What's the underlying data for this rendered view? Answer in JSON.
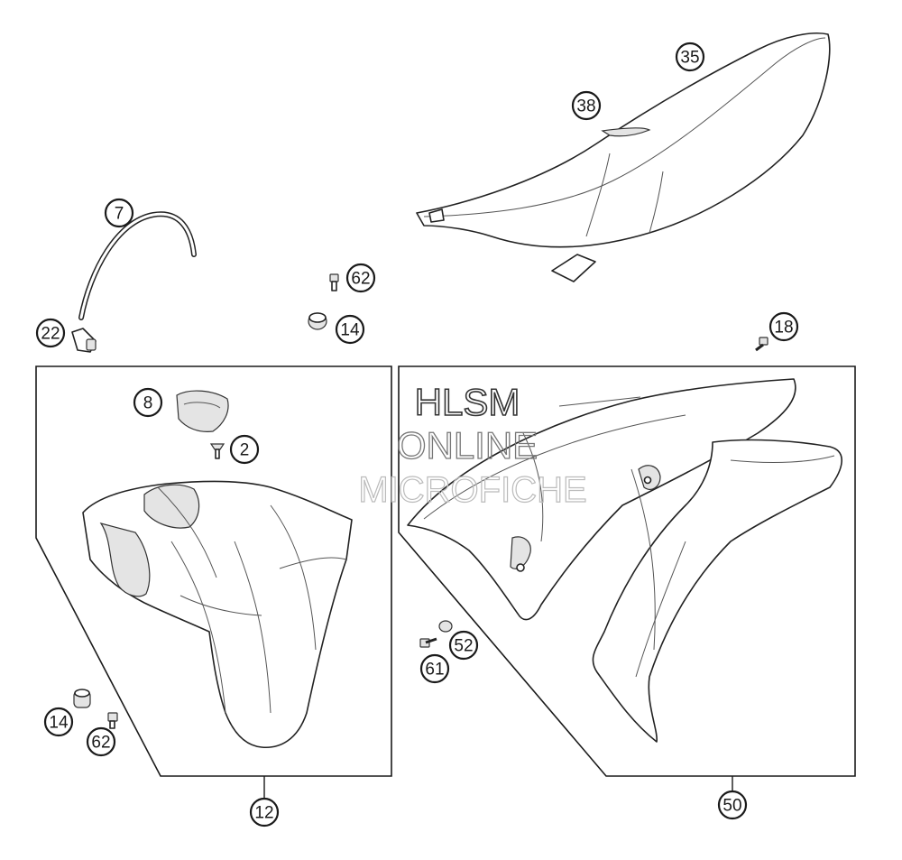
{
  "callouts": {
    "c7": "7",
    "c22": "22",
    "c62a": "62",
    "c14a": "14",
    "c38": "38",
    "c35": "35",
    "c18": "18",
    "c8": "8",
    "c2": "2",
    "c14b": "14",
    "c62b": "62",
    "c12": "12",
    "c52": "52",
    "c61": "61",
    "c50": "50"
  },
  "watermark": {
    "line1": "HLSM",
    "line2": "ONLINE",
    "line3": "MICROFICHE"
  }
}
